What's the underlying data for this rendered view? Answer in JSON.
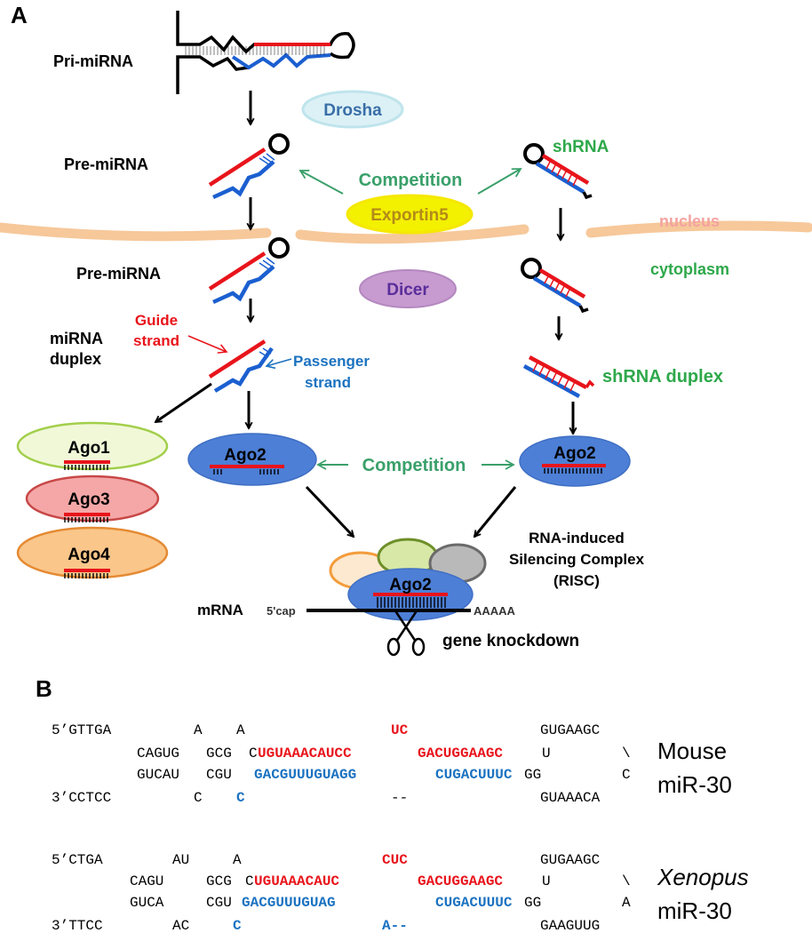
{
  "panel_a": {
    "label": "A",
    "pri_mirna": "Pri-miRNA",
    "pre_mirna_1": "Pre-miRNA",
    "pre_mirna_2": "Pre-miRNA",
    "mirna_duplex_1": "miRNA",
    "mirna_duplex_2": "duplex",
    "guide_1": "Guide",
    "guide_2": "strand",
    "passenger_1": "Passenger",
    "passenger_2": "strand",
    "drosha": "Drosha",
    "exportin5": "Exportin5",
    "dicer": "Dicer",
    "competition_top": "Competition",
    "competition_mid": "Competition",
    "shrna": "shRNA",
    "shrna_duplex": "shRNA duplex",
    "nucleus": "nucleus",
    "cytoplasm": "cytoplasm",
    "ago1": "Ago1",
    "ago3": "Ago3",
    "ago4": "Ago4",
    "ago2_left": "Ago2",
    "ago2_right": "Ago2",
    "ago2_risc": "Ago2",
    "risc_1": "RNA-induced",
    "risc_2": "Silencing Complex",
    "risc_3": "(RISC)",
    "mrna": "mRNA",
    "five_cap": "5'cap",
    "polya": "AAAAA",
    "knockdown": "gene knockdown"
  },
  "panel_b": {
    "label": "B",
    "mouse_title_1": "Mouse",
    "mouse_title_2": "miR-30",
    "xenopus_title_1": "Xenopus",
    "xenopus_title_2": "miR-30",
    "mouse": {
      "r1_a": "5’GTTGA",
      "r1_b": "A",
      "r1_c": "A",
      "r1_d": "UC",
      "r1_e": "GUGAAGC",
      "r2_a": "CAGUG",
      "r2_b": "GCG",
      "r2_c": "C",
      "r2_d": "UGUAAACAUCC",
      "r2_e": "GACUGGAAGC",
      "r2_f": "U",
      "r2_g": "\\",
      "r3_a": "GUCAU",
      "r3_b": "CGU",
      "r3_c": "GACGUUUGUAGG",
      "r3_d": "CUGACUUUC",
      "r3_e": "GG",
      "r3_f": "C",
      "r4_a": "3’CCTCC",
      "r4_b": "C",
      "r4_c": "C",
      "r4_d": "--",
      "r4_e": "GUAAACA"
    },
    "xenopus": {
      "r1_a": "5’CTGA",
      "r1_b": "AU",
      "r1_c": "A",
      "r1_d": "CUC",
      "r1_e": "GUGAAGC",
      "r2_a": "CAGU",
      "r2_b": "GCG",
      "r2_c": "C",
      "r2_d": "UGUAAACAUC",
      "r2_e": "GACUGGAAGC",
      "r2_f": "U",
      "r2_g": "\\",
      "r3_a": "GUCA",
      "r3_b": "CGU",
      "r3_c": "GACGUUUGUAG",
      "r3_d": "CUGACUUUC",
      "r3_e": "GG",
      "r3_f": "A",
      "r4_a": "3’TTCC",
      "r4_b": "AC",
      "r4_c": "C",
      "r4_d": "A--",
      "r4_e": "GAAGUUG"
    }
  },
  "colors": {
    "guide_red": "#e8141b",
    "passenger_blue": "#1b72c0",
    "competition_green": "#3aa06a",
    "shrna_green": "#2ea84a",
    "ago2_blue": "#4d7fd6",
    "dicer_purple": "#c79bd0",
    "drosha_cyan": "#bfe4ec",
    "exportin_yellow": "#f3f000",
    "membrane": "#f6c89a"
  }
}
